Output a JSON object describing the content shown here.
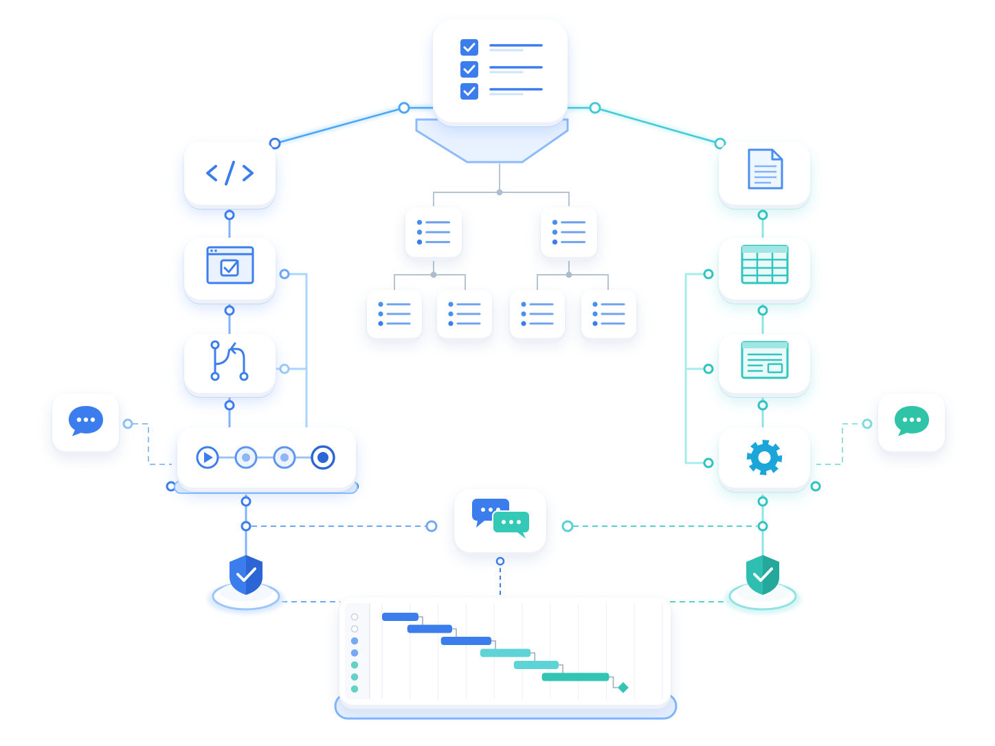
{
  "colors": {
    "blue": "#3b7ded",
    "blue_light": "#7fb3ff",
    "teal": "#2fc4c0",
    "teal_light": "#7fe0df",
    "line_gray": "#aebdd0",
    "tile": "#ffffff"
  },
  "diagram": {
    "root": {
      "icon": "checklist-icon",
      "checked_items": 3
    },
    "tree": {
      "level1": [
        {
          "icon": "list-icon"
        },
        {
          "icon": "list-icon"
        }
      ],
      "level2": [
        {
          "icon": "list-icon"
        },
        {
          "icon": "list-icon"
        },
        {
          "icon": "list-icon"
        },
        {
          "icon": "list-icon"
        }
      ]
    },
    "left_column": [
      {
        "icon": "code-icon"
      },
      {
        "icon": "browser-checkbox-icon"
      },
      {
        "icon": "git-branch-icon"
      },
      {
        "icon": "pipeline-stages-icon",
        "stages": 4,
        "active_stage": 4
      }
    ],
    "right_column": [
      {
        "icon": "document-icon"
      },
      {
        "icon": "table-grid-icon"
      },
      {
        "icon": "form-window-icon"
      },
      {
        "icon": "gear-icon"
      }
    ],
    "left_chat": {
      "icon": "chat-bubble-icon",
      "color": "#3b7ded"
    },
    "right_chat": {
      "icon": "chat-bubble-icon",
      "color": "#2fc4c0"
    },
    "center_chat": {
      "icon": "conversation-icon"
    },
    "left_shield": {
      "icon": "shield-check-icon",
      "color": "#3b7ded"
    },
    "right_shield": {
      "icon": "shield-check-icon",
      "color": "#2fc4c0"
    },
    "gantt": {
      "rows": 7,
      "tasks": [
        {
          "start": 0.0,
          "end": 0.13,
          "color": "#3b7ded"
        },
        {
          "start": 0.09,
          "end": 0.25,
          "color": "#3b7ded"
        },
        {
          "start": 0.21,
          "end": 0.39,
          "color": "#3b7ded"
        },
        {
          "start": 0.35,
          "end": 0.53,
          "color": "#5fd4d6"
        },
        {
          "start": 0.47,
          "end": 0.63,
          "color": "#5fd4d6"
        },
        {
          "start": 0.57,
          "end": 0.81,
          "color": "#34c4b4"
        }
      ],
      "milestone": {
        "at": 0.86,
        "color": "#34c4b4"
      }
    }
  }
}
